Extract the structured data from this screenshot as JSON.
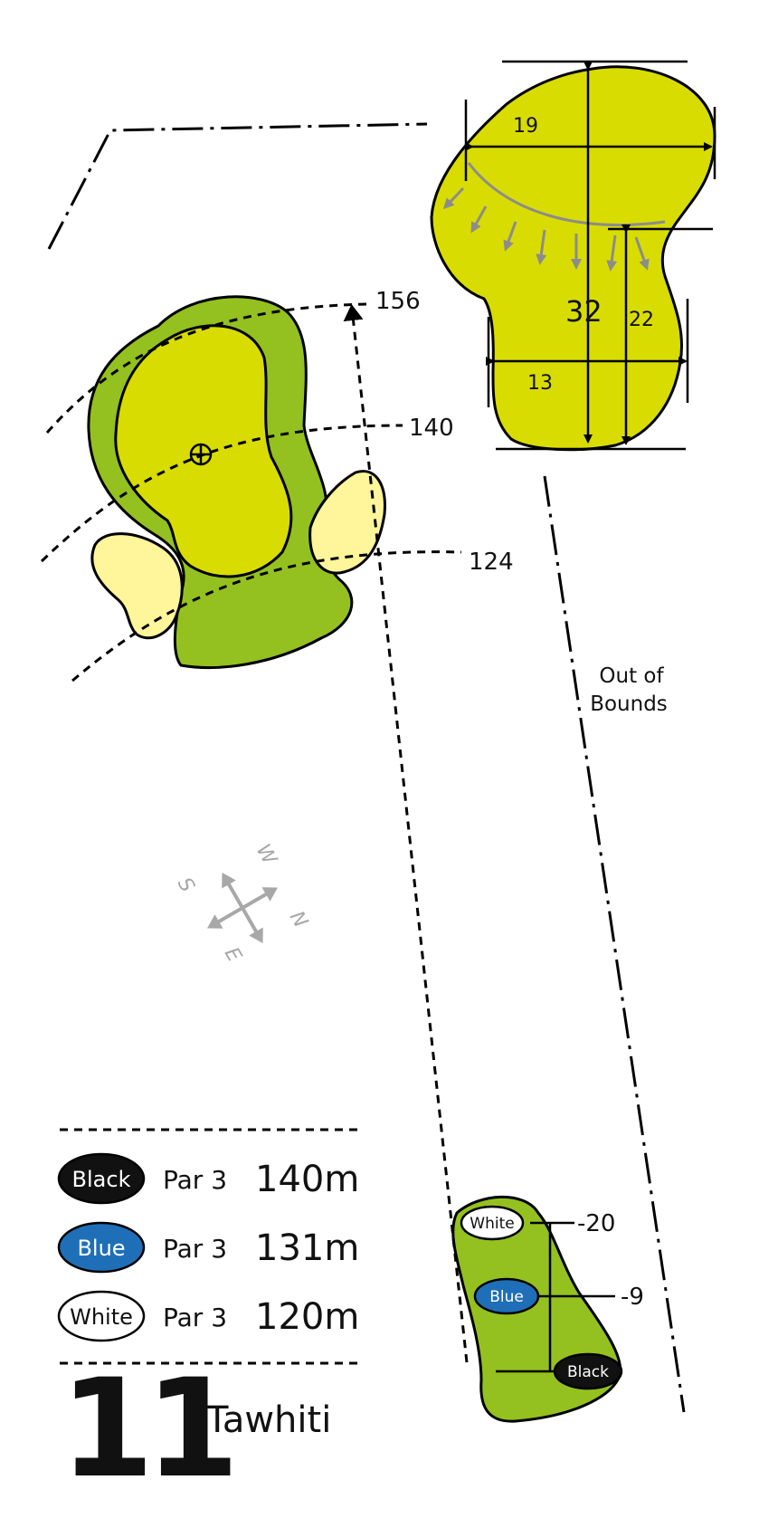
{
  "distance_markers": [
    "156",
    "140",
    "124"
  ],
  "green_dimensions": {
    "width_top": "19",
    "length": "32",
    "length_back": "22",
    "width_bottom": "13"
  },
  "out_of_bounds": {
    "line1": "Out of",
    "line2": "Bounds"
  },
  "compass": {
    "west": "W",
    "north": "N",
    "east": "E",
    "south": "S"
  },
  "tees": [
    {
      "label": "White",
      "offset": "-20",
      "color": "#ffffff",
      "text_color": "#111111"
    },
    {
      "label": "Blue",
      "offset": "-9",
      "color": "#1f6fb8",
      "text_color": "#ffffff"
    },
    {
      "label": "Black",
      "offset": "",
      "color": "#111111",
      "text_color": "#ffffff"
    }
  ],
  "legend": [
    {
      "tee": "Black",
      "par": "Par 3",
      "length": "140m",
      "color": "#111111",
      "text_color": "#ffffff"
    },
    {
      "tee": "Blue",
      "par": "Par 3",
      "length": "131m",
      "color": "#1f6fb8",
      "text_color": "#ffffff"
    },
    {
      "tee": "White",
      "par": "Par 3",
      "length": "120m",
      "color": "#ffffff",
      "text_color": "#111111"
    }
  ],
  "hole": {
    "number": "11",
    "name": "Tawhiti"
  },
  "colors": {
    "fairway": "#94c11f",
    "green": "#d9dc00",
    "bunker": "#fff59b",
    "slope_arrows": "#8c8c8c"
  }
}
